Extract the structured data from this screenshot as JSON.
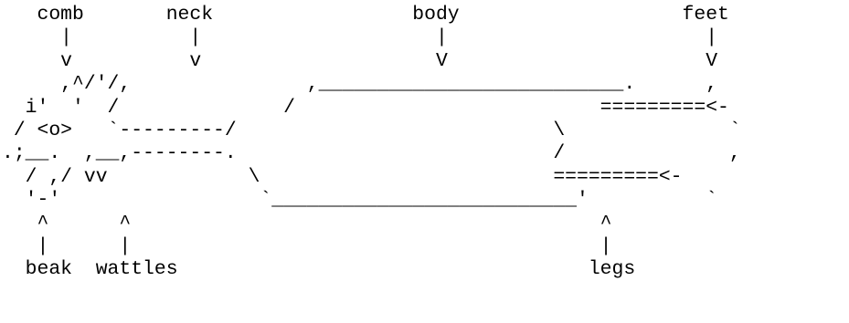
{
  "ascii_art": {
    "lines": [
      "   comb       neck                 body                   feet",
      "     |          |                    |                      |",
      "     v          v                    V                      V",
      "     ,^/'/,               ,__________________________.      ,",
      "  i'  '  /              /                          =========<-",
      " / <o>   `---------/                           \\              `",
      ".;__.  ,__,--------.                           /              ,",
      "  / ,/ vv            \\                         =========<-",
      "  '-'                 `__________________________'          `",
      "   ^      ^                                        ^",
      "   |      |                                        |",
      "  beak  wattles                                   legs"
    ]
  }
}
